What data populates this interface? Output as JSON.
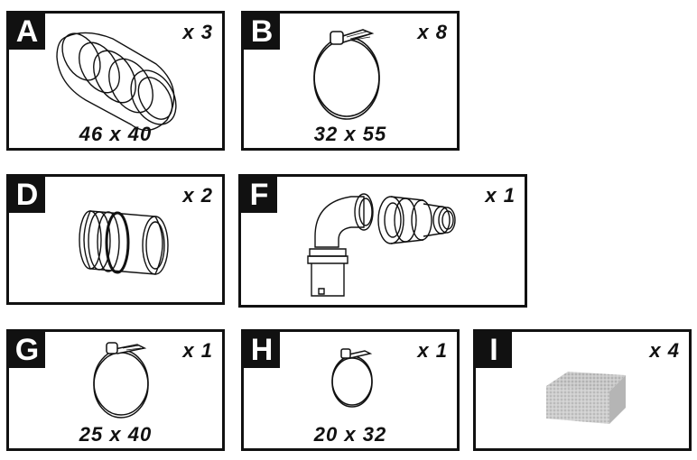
{
  "parts": {
    "A": {
      "letter": "A",
      "quantity": "x 3",
      "size": "46 x 40",
      "icon": "coupling-sleeve-icon"
    },
    "B": {
      "letter": "B",
      "quantity": "x 8",
      "size": "32 x 55",
      "icon": "hose-clamp-icon"
    },
    "D": {
      "letter": "D",
      "quantity": "x 2",
      "icon": "pipe-connector-icon"
    },
    "F": {
      "letter": "F",
      "quantity": "x 1",
      "icon": "elbow-and-stepped-adapter-icon"
    },
    "G": {
      "letter": "G",
      "quantity": "x 1",
      "size": "25 x 40",
      "icon": "hose-clamp-icon"
    },
    "H": {
      "letter": "H",
      "quantity": "x 1",
      "size": "20 x 32",
      "icon": "hose-clamp-icon"
    },
    "I": {
      "letter": "I",
      "quantity": "x 4",
      "icon": "foam-pad-icon"
    }
  },
  "colors": {
    "frame": "#111111",
    "foam": "#c8c8c8"
  }
}
